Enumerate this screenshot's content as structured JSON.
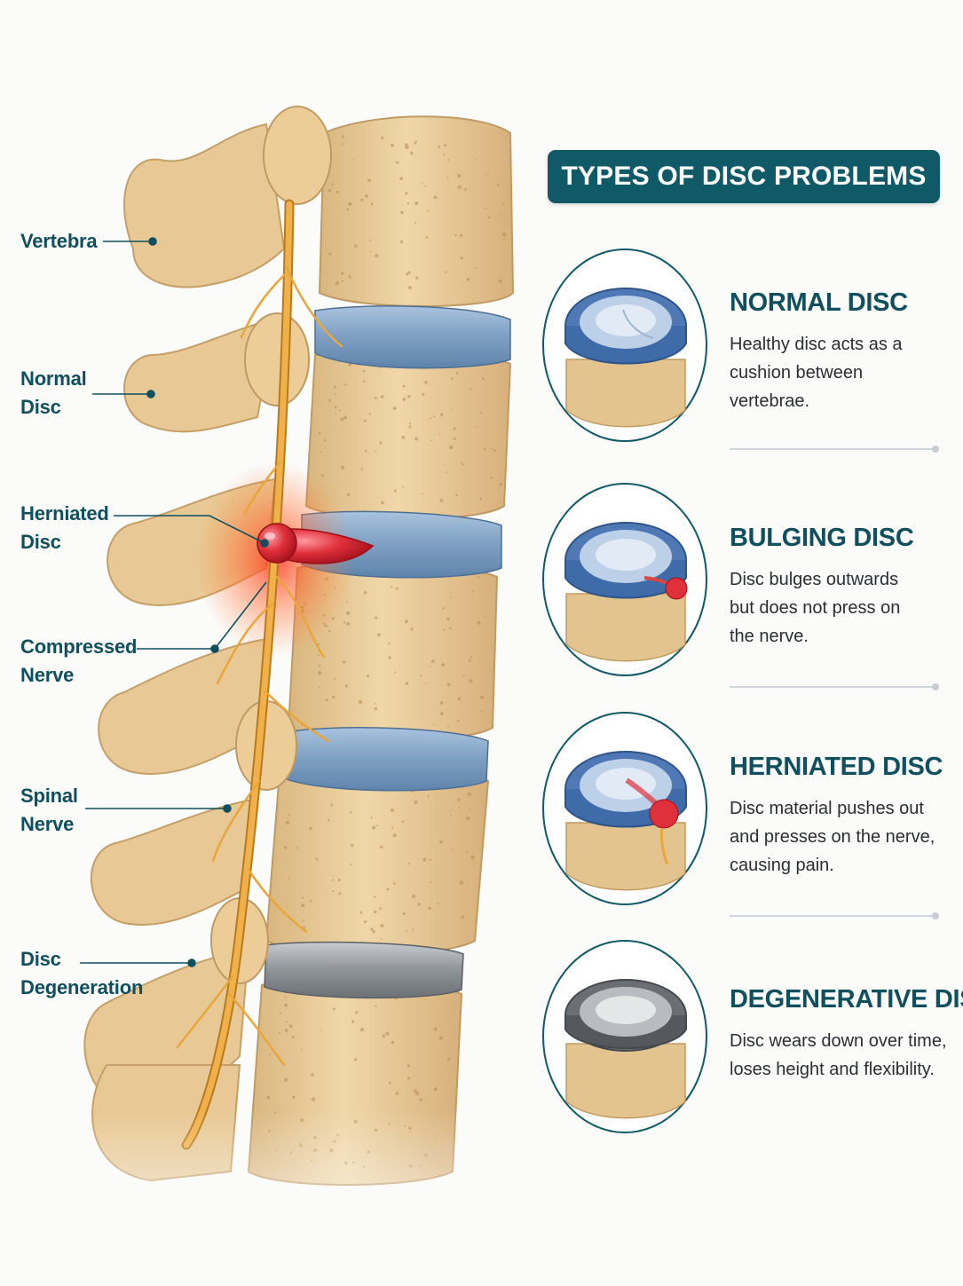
{
  "title": "TYPES OF DISC PROBLEMS",
  "labels": {
    "vertebra": [
      "Vertebra"
    ],
    "normal_disc": [
      "Normal",
      "Disc"
    ],
    "herniated_disc": [
      "Herniated",
      "Disc"
    ],
    "compressed_nerve": [
      "Compressed",
      "Nerve"
    ],
    "spinal_nerve": [
      "Spinal",
      "Nerve"
    ],
    "disc_degeneration": [
      "Disc",
      "Degeneration"
    ]
  },
  "cards": [
    {
      "icon": "normal-disc-icon",
      "heading": "NORMAL DISC",
      "lines": [
        "Healthy disc acts as a",
        "cushion between",
        "vertebrae."
      ]
    },
    {
      "icon": "bulging-disc-icon",
      "heading": "BULGING DISC",
      "lines": [
        "Disc bulges outwards",
        "but does not press on",
        "the nerve."
      ]
    },
    {
      "icon": "herniated-disc-icon",
      "heading": "HERNIATED DISC",
      "lines": [
        "Disc material pushes out",
        "and presses on the nerve,",
        "causing pain."
      ]
    },
    {
      "icon": "degenerative-disc-icon",
      "heading": "DEGENERATIVE DISC",
      "lines": [
        "Disc wears down over time,",
        "loses height and flexibility."
      ]
    }
  ],
  "colors": {
    "accent": "#105a68",
    "bone": "#e8cb98",
    "disc_normal": "#7fa3c6",
    "disc_degenerated": "#8d9297",
    "nerve": "#e9a63b",
    "herniation": "#e0303c"
  }
}
